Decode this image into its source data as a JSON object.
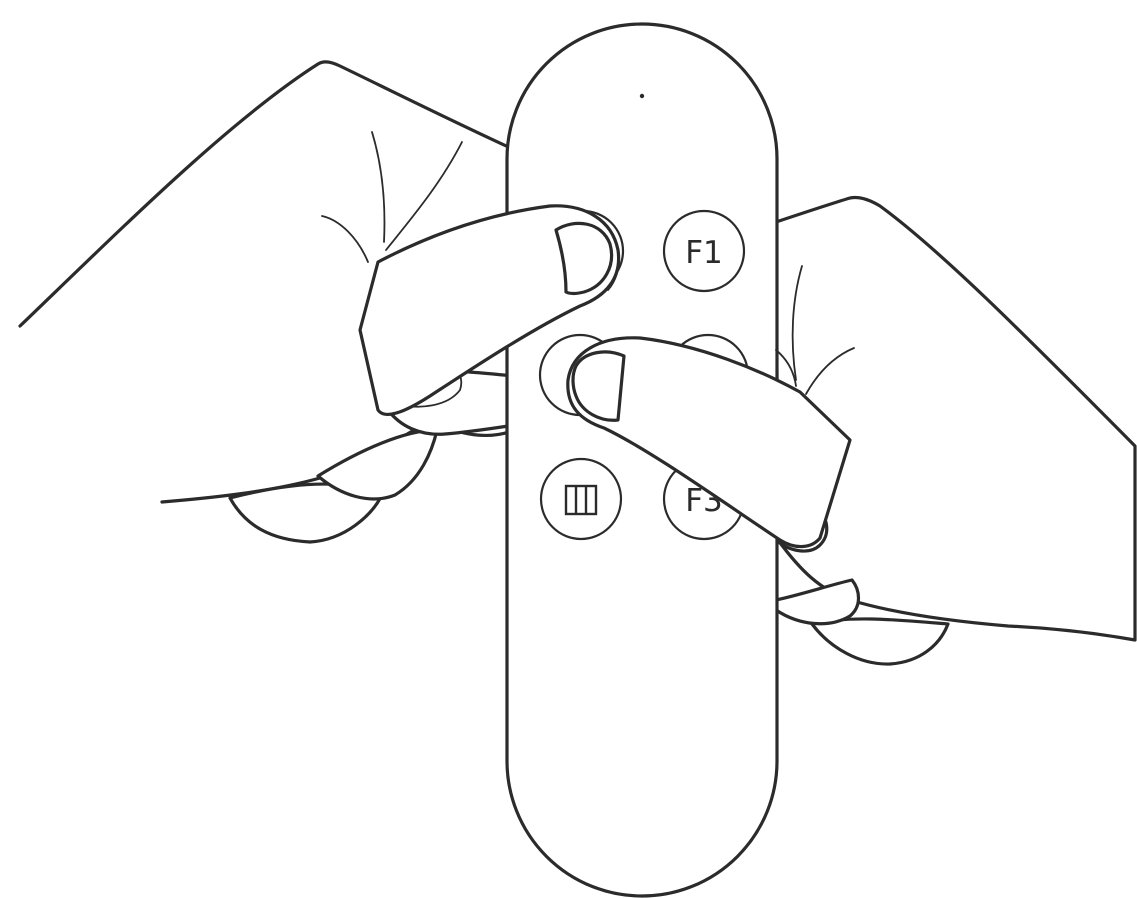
{
  "remote": {
    "buttons": [
      {
        "label": "",
        "icon": "pressed-button"
      },
      {
        "label": "F1",
        "icon": ""
      },
      {
        "label": "",
        "icon": "pressed-button"
      },
      {
        "label": "",
        "icon": "pressed-button"
      },
      {
        "label": "",
        "icon": "menu-bars-icon"
      },
      {
        "label": "F3",
        "icon": ""
      }
    ]
  },
  "colors": {
    "line": "#2b2b2b",
    "background": "#ffffff"
  }
}
